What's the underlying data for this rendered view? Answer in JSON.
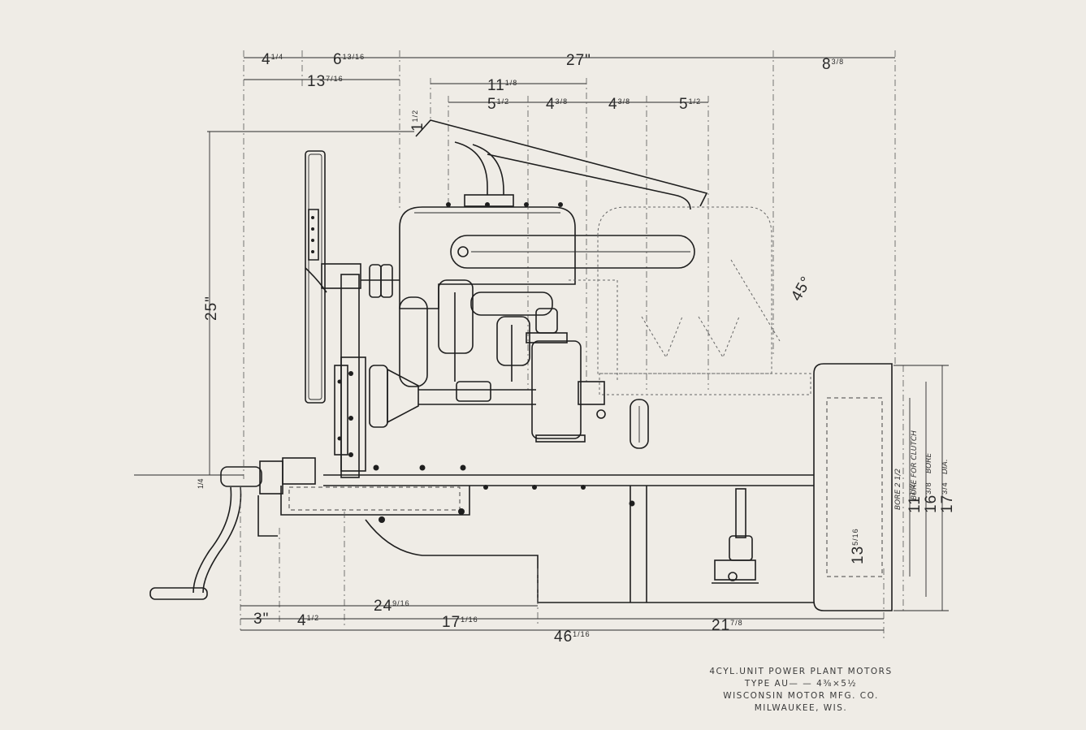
{
  "title_block": {
    "line1": "4CYL.UNIT POWER PLANT MOTORS",
    "line2": "TYPE AU— — 4⅜×5½",
    "line3": "WISCONSIN MOTOR MFG. CO.",
    "line4": "MILWAUKEE, WIS."
  },
  "dimensions": {
    "top_row": [
      {
        "id": "d1",
        "whole": "4",
        "frac": "1/4"
      },
      {
        "id": "d2",
        "whole": "6",
        "frac": "13/16"
      },
      {
        "id": "d3",
        "whole": "27",
        "frac": ""
      },
      {
        "id": "d4",
        "whole": "8",
        "frac": "3/8"
      }
    ],
    "second_row": [
      {
        "id": "d5",
        "whole": "13",
        "frac": "7/16"
      },
      {
        "id": "d6",
        "whole": "11",
        "frac": "1/8"
      }
    ],
    "cylinder_spacing": [
      {
        "id": "c1",
        "whole": "5",
        "frac": "1/2"
      },
      {
        "id": "c2",
        "whole": "4",
        "frac": "3/8"
      },
      {
        "id": "c3",
        "whole": "4",
        "frac": "3/8"
      },
      {
        "id": "c4",
        "whole": "5",
        "frac": "1/2"
      }
    ],
    "manifold_rise": {
      "whole": "1",
      "frac": "1/2"
    },
    "height": {
      "whole": "25",
      "frac": ""
    },
    "angle": "45°",
    "crank_offset": {
      "whole": "",
      "frac": "1/4"
    },
    "bottom_upper": {
      "whole": "24",
      "frac": "9/16"
    },
    "bottom_row": [
      {
        "id": "b1",
        "whole": "3",
        "frac": ""
      },
      {
        "id": "b2",
        "whole": "4",
        "frac": "1/2"
      },
      {
        "id": "b3",
        "whole": "17",
        "frac": "1/16"
      },
      {
        "id": "b4",
        "whole": "21",
        "frac": "7/8"
      }
    ],
    "overall_length": {
      "whole": "46",
      "frac": "1/16"
    },
    "bell_housing": {
      "pilot": {
        "whole": "13",
        "frac": "5/16"
      },
      "clutch_bore": {
        "whole": "11",
        "frac": "1/2",
        "note": "BORE FOR CLUTCH"
      },
      "bore": {
        "whole": "16",
        "frac": "3/8",
        "note": "BORE"
      },
      "dia": {
        "whole": "17",
        "frac": "3/4",
        "note": "DIA."
      },
      "bore_small": {
        "note": "BORE 2 1/2"
      }
    }
  }
}
